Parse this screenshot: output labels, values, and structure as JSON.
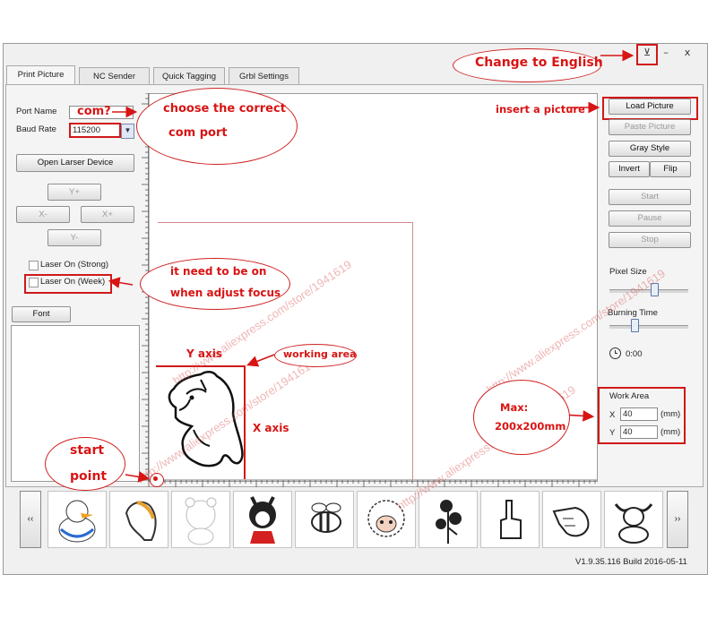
{
  "colors": {
    "annotation": "#d81414",
    "window_bg": "#f0f0f0",
    "canvas_bg": "#ffffff"
  },
  "titlebar": {
    "buttons": [
      {
        "name": "language",
        "icon": "down-arrow-icon",
        "glyph": "⊻"
      },
      {
        "name": "minimize",
        "glyph": "–"
      },
      {
        "name": "close",
        "glyph": "x"
      }
    ]
  },
  "tabs": [
    {
      "label": "Print Picture"
    },
    {
      "label": "NC Sender"
    },
    {
      "label": "Quick Tagging"
    },
    {
      "label": "Grbl Settings"
    }
  ],
  "left": {
    "port_name_label": "Port Name",
    "port_value": "",
    "baud_label": "Baud Rate",
    "baud_value": "115200",
    "open_device": "Open Larser Device",
    "jog": {
      "up": "Y+",
      "left": "X-",
      "right": "X+",
      "down": "Y-"
    },
    "laser_strong": "Laser On (Strong)",
    "laser_week": "Laser On (Week)",
    "font_button": "Font"
  },
  "right": {
    "load_picture": "Load Picture",
    "paste_picture": "Paste Picture",
    "gray_style": "Gray Style",
    "invert": "Invert",
    "flip": "Flip",
    "start": "Start",
    "pause": "Pause",
    "stop": "Stop",
    "pixel_size_label": "Pixel Size",
    "pixel_size_level": 0.55,
    "burning_time_label": "Burning Time",
    "burning_time_level": 0.28,
    "timer": "0:00",
    "work_area_label": "Work Area",
    "x_label": "X",
    "x_value": "40",
    "y_label": "Y",
    "y_value": "40",
    "unit": "(mm)"
  },
  "annotations": {
    "change_english": "Change to English",
    "com": "com?",
    "choose_line1": "choose the correct",
    "choose_line2": "com port",
    "insert": "insert a picture",
    "focus_line1": "it need to be on",
    "focus_line2": "when adjust focus",
    "y_axis": "Y axis",
    "working_area": "working area",
    "x_axis": "X axis",
    "max_line1": "Max:",
    "max_line2": "200x200mm",
    "start_line1": "start",
    "start_line2": "point"
  },
  "thumbnails": [
    {
      "name": "duck"
    },
    {
      "name": "pony"
    },
    {
      "name": "bear"
    },
    {
      "name": "girl"
    },
    {
      "name": "bee"
    },
    {
      "name": "sheep"
    },
    {
      "name": "flowers"
    },
    {
      "name": "hand"
    },
    {
      "name": "pointing-hand"
    },
    {
      "name": "ox"
    }
  ],
  "nav": {
    "prev": "‹‹",
    "next": "››"
  },
  "version": "V1.9.35.116 Build 2016-05-11",
  "watermarks": [
    "http://www.aliexpress.com/store/1941619",
    "http://www.aliexpress.com/store/1941619",
    "http://www.aliexpress.com/store/1941619",
    "http://www.aliexpress.com/store/1941619"
  ]
}
